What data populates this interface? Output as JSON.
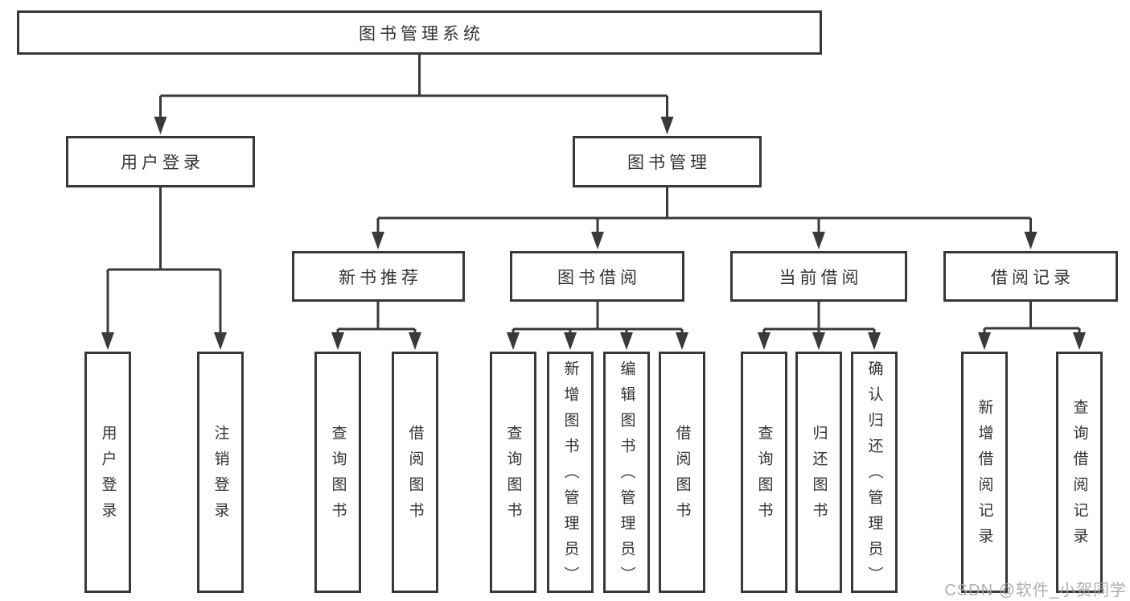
{
  "colors": {
    "background": "#ffffff",
    "box_border": "#383838",
    "connector": "#3a3a3a",
    "text": "#333333",
    "watermark": "#a8a8a8"
  },
  "watermark": {
    "text": "CSDN @软件_小贺同学"
  },
  "diagram": {
    "type": "hierarchy-tree",
    "root": {
      "label": "图书管理系统",
      "children": [
        {
          "label": "用户登录",
          "children": [
            {
              "label": "用户登录"
            },
            {
              "label": "注销登录"
            }
          ]
        },
        {
          "label": "图书管理",
          "children": [
            {
              "label": "新书推荐",
              "children": [
                {
                  "label": "查询图书"
                },
                {
                  "label": "借阅图书"
                }
              ]
            },
            {
              "label": "图书借阅",
              "children": [
                {
                  "label": "查询图书"
                },
                {
                  "label": "新增图书（管理员）"
                },
                {
                  "label": "编辑图书（管理员）"
                },
                {
                  "label": "借阅图书"
                }
              ]
            },
            {
              "label": "当前借阅",
              "children": [
                {
                  "label": "查询图书"
                },
                {
                  "label": "归还图书"
                },
                {
                  "label": "确认归还（管理员）"
                }
              ]
            },
            {
              "label": "借阅记录",
              "children": [
                {
                  "label": "新增借阅记录"
                },
                {
                  "label": "查询借阅记录"
                }
              ]
            }
          ]
        }
      ]
    }
  }
}
